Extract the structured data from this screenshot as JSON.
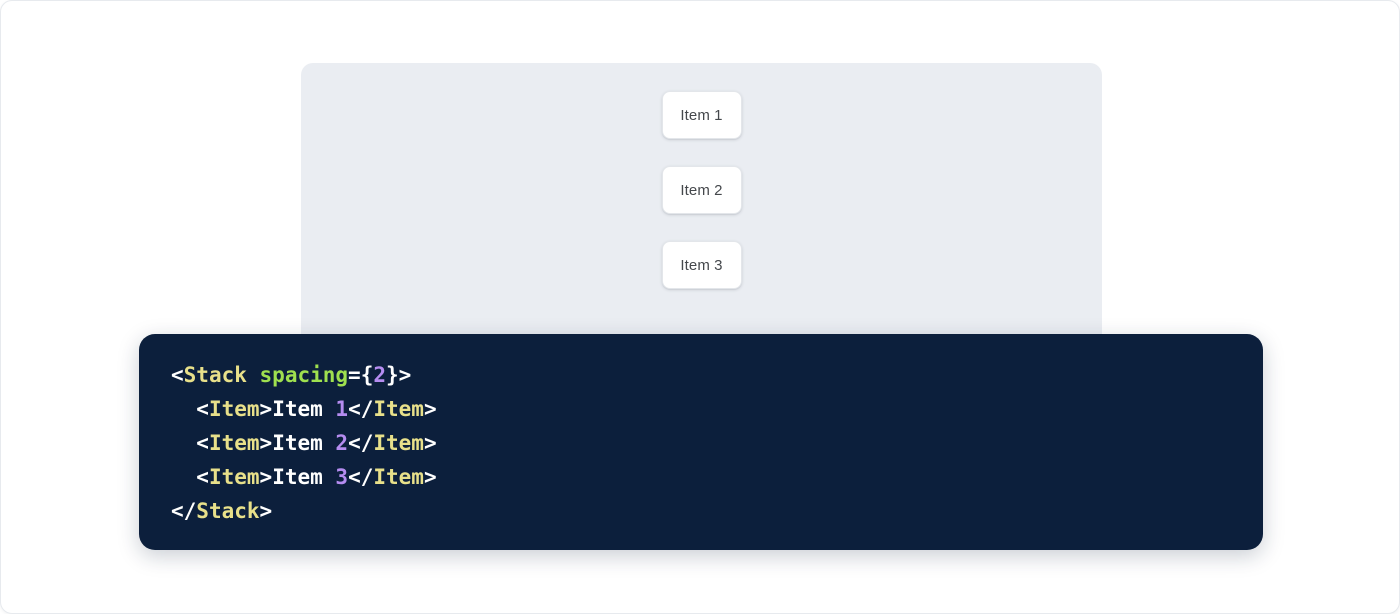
{
  "colors": {
    "page_background": "#ffffff",
    "stage_background": "#eaedf2",
    "item_background": "#ffffff",
    "item_text": "#45484c",
    "code_background": "#0c1f3c",
    "code_punctuation": "#ffffff",
    "code_tag": "#e8e08a",
    "code_attribute": "#9fe04f",
    "code_number": "#b58cf0"
  },
  "preview": {
    "component_name": "Stack",
    "items": [
      {
        "label": "Item 1"
      },
      {
        "label": "Item 2"
      },
      {
        "label": "Item 3"
      }
    ]
  },
  "code": {
    "language": "jsx",
    "lines": [
      {
        "indent": "",
        "tokens": [
          {
            "type": "punct",
            "text": "<"
          },
          {
            "type": "tag",
            "text": "Stack"
          },
          {
            "type": "text",
            "text": " "
          },
          {
            "type": "attr",
            "text": "spacing"
          },
          {
            "type": "punct",
            "text": "={"
          },
          {
            "type": "num",
            "text": "2"
          },
          {
            "type": "punct",
            "text": "}>"
          }
        ]
      },
      {
        "indent": "  ",
        "tokens": [
          {
            "type": "punct",
            "text": "<"
          },
          {
            "type": "tag",
            "text": "Item"
          },
          {
            "type": "punct",
            "text": ">"
          },
          {
            "type": "text",
            "text": "Item "
          },
          {
            "type": "num",
            "text": "1"
          },
          {
            "type": "punct",
            "text": "</"
          },
          {
            "type": "tag",
            "text": "Item"
          },
          {
            "type": "punct",
            "text": ">"
          }
        ]
      },
      {
        "indent": "  ",
        "tokens": [
          {
            "type": "punct",
            "text": "<"
          },
          {
            "type": "tag",
            "text": "Item"
          },
          {
            "type": "punct",
            "text": ">"
          },
          {
            "type": "text",
            "text": "Item "
          },
          {
            "type": "num",
            "text": "2"
          },
          {
            "type": "punct",
            "text": "</"
          },
          {
            "type": "tag",
            "text": "Item"
          },
          {
            "type": "punct",
            "text": ">"
          }
        ]
      },
      {
        "indent": "  ",
        "tokens": [
          {
            "type": "punct",
            "text": "<"
          },
          {
            "type": "tag",
            "text": "Item"
          },
          {
            "type": "punct",
            "text": ">"
          },
          {
            "type": "text",
            "text": "Item "
          },
          {
            "type": "num",
            "text": "3"
          },
          {
            "type": "punct",
            "text": "</"
          },
          {
            "type": "tag",
            "text": "Item"
          },
          {
            "type": "punct",
            "text": ">"
          }
        ]
      },
      {
        "indent": "",
        "tokens": [
          {
            "type": "punct",
            "text": "</"
          },
          {
            "type": "tag",
            "text": "Stack"
          },
          {
            "type": "punct",
            "text": ">"
          }
        ]
      }
    ]
  }
}
